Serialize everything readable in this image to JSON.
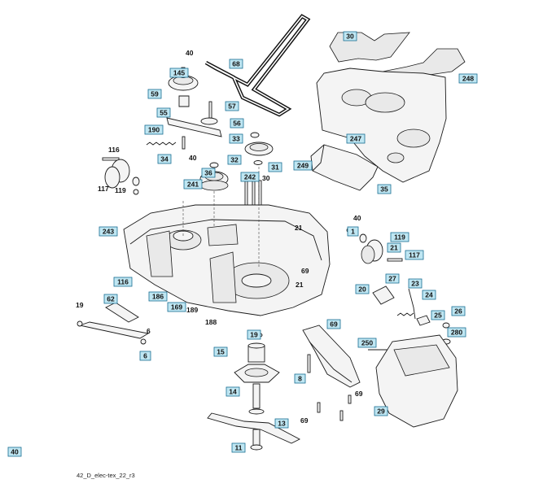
{
  "diagram_id": "42_D_elec-tex_22_r3",
  "callouts_boxed": [
    {
      "text": "68"
    },
    {
      "text": "145"
    },
    {
      "text": "59"
    },
    {
      "text": "55"
    },
    {
      "text": "57"
    },
    {
      "text": "56"
    },
    {
      "text": "190"
    },
    {
      "text": "33"
    },
    {
      "text": "32"
    },
    {
      "text": "34"
    },
    {
      "text": "31"
    },
    {
      "text": "36"
    },
    {
      "text": "241"
    },
    {
      "text": "242"
    },
    {
      "text": "30"
    },
    {
      "text": "248"
    },
    {
      "text": "247"
    },
    {
      "text": "249"
    },
    {
      "text": "35"
    },
    {
      "text": "243"
    },
    {
      "text": "1"
    },
    {
      "text": "119"
    },
    {
      "text": "117"
    },
    {
      "text": "116"
    },
    {
      "text": "186"
    },
    {
      "text": "169"
    },
    {
      "text": "62"
    },
    {
      "text": "6"
    },
    {
      "text": "19"
    },
    {
      "text": "15"
    },
    {
      "text": "14"
    },
    {
      "text": "13"
    },
    {
      "text": "11"
    },
    {
      "text": "8"
    },
    {
      "text": "69"
    },
    {
      "text": "20"
    },
    {
      "text": "23"
    },
    {
      "text": "24"
    },
    {
      "text": "25"
    },
    {
      "text": "26"
    },
    {
      "text": "280"
    },
    {
      "text": "250"
    },
    {
      "text": "29"
    },
    {
      "text": "27"
    },
    {
      "text": "21"
    },
    {
      "text": "40"
    }
  ],
  "callouts_plain": [
    {
      "text": "40"
    },
    {
      "text": "116"
    },
    {
      "text": "117"
    },
    {
      "text": "119"
    },
    {
      "text": "40"
    },
    {
      "text": "30"
    },
    {
      "text": "21"
    },
    {
      "text": "40"
    },
    {
      "text": "69"
    },
    {
      "text": "21"
    },
    {
      "text": "189"
    },
    {
      "text": "188"
    },
    {
      "text": "19"
    },
    {
      "text": "6"
    },
    {
      "text": "69"
    },
    {
      "text": "69"
    }
  ]
}
